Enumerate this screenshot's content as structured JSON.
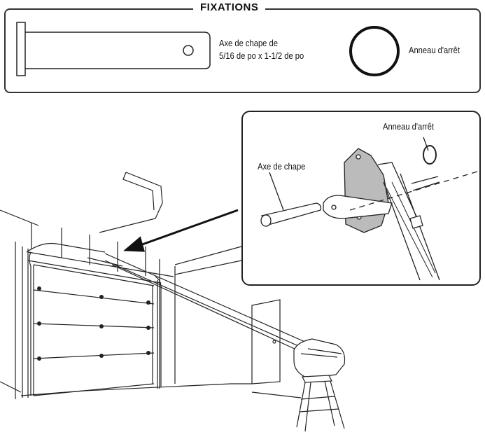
{
  "fasteners_panel": {
    "title": "FIXATIONS",
    "clevis_pin_label_line1": "Axe de chape de",
    "clevis_pin_label_line2": "5/16 de po x 1-1/2 de po",
    "ring_label": "Anneau d'arrêt"
  },
  "detail_inset": {
    "ring_label": "Anneau d'arrêt",
    "pin_label": "Axe de chape"
  }
}
